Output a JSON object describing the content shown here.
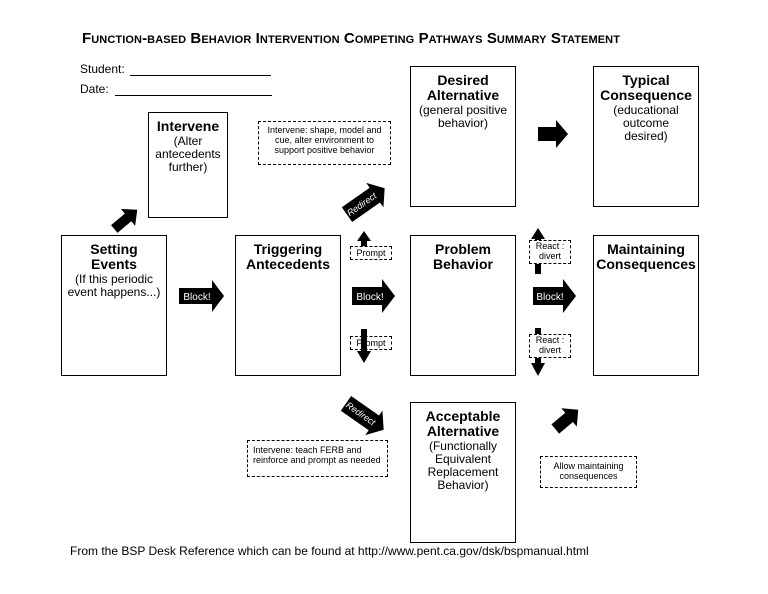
{
  "title": "Function-based Behavior Intervention Competing Pathways Summary Statement",
  "fields": {
    "student_label": "Student:",
    "date_label": "Date:"
  },
  "boxes": {
    "intervene": {
      "heading": "Intervene",
      "sub": "(Alter antecedents further)"
    },
    "setting_events": {
      "heading": "Setting Events",
      "sub": "(If this periodic event happens...)"
    },
    "triggering_antecedents": {
      "heading": "Triggering Antecedents",
      "sub": ""
    },
    "desired_alternative": {
      "heading": "Desired Alternative",
      "sub": "(general positive behavior)"
    },
    "problem_behavior": {
      "heading": "Problem Behavior",
      "sub": ""
    },
    "acceptable_alternative": {
      "heading": "Acceptable Alternative",
      "sub": "(Functionally Equivalent Replacement Behavior)"
    },
    "typical_consequence": {
      "heading": "Typical Consequence",
      "sub": "(educational outcome desired)"
    },
    "maintaining_consequences": {
      "heading": "Maintaining Consequences",
      "sub": ""
    }
  },
  "notes": {
    "intervene_top": "Intervene: shape, model and cue, alter environment to support positive behavior",
    "intervene_bottom": "Intervene: teach FERB and reinforce and prompt as needed",
    "allow_maintaining": "Allow maintaining consequences"
  },
  "tags": {
    "prompt_up": "Prompt",
    "prompt_down": "Prompt",
    "react_up": "React : divert",
    "react_down": "React : divert"
  },
  "arrow_labels": {
    "block_left": "Block!",
    "block_mid": "Block!",
    "block_right": "Block!",
    "redirect_up": "Redirect",
    "redirect_down": "Redirect"
  },
  "footer": "From the BSP Desk Reference which can be found at http://www.pent.ca.gov/dsk/bspmanual.html"
}
